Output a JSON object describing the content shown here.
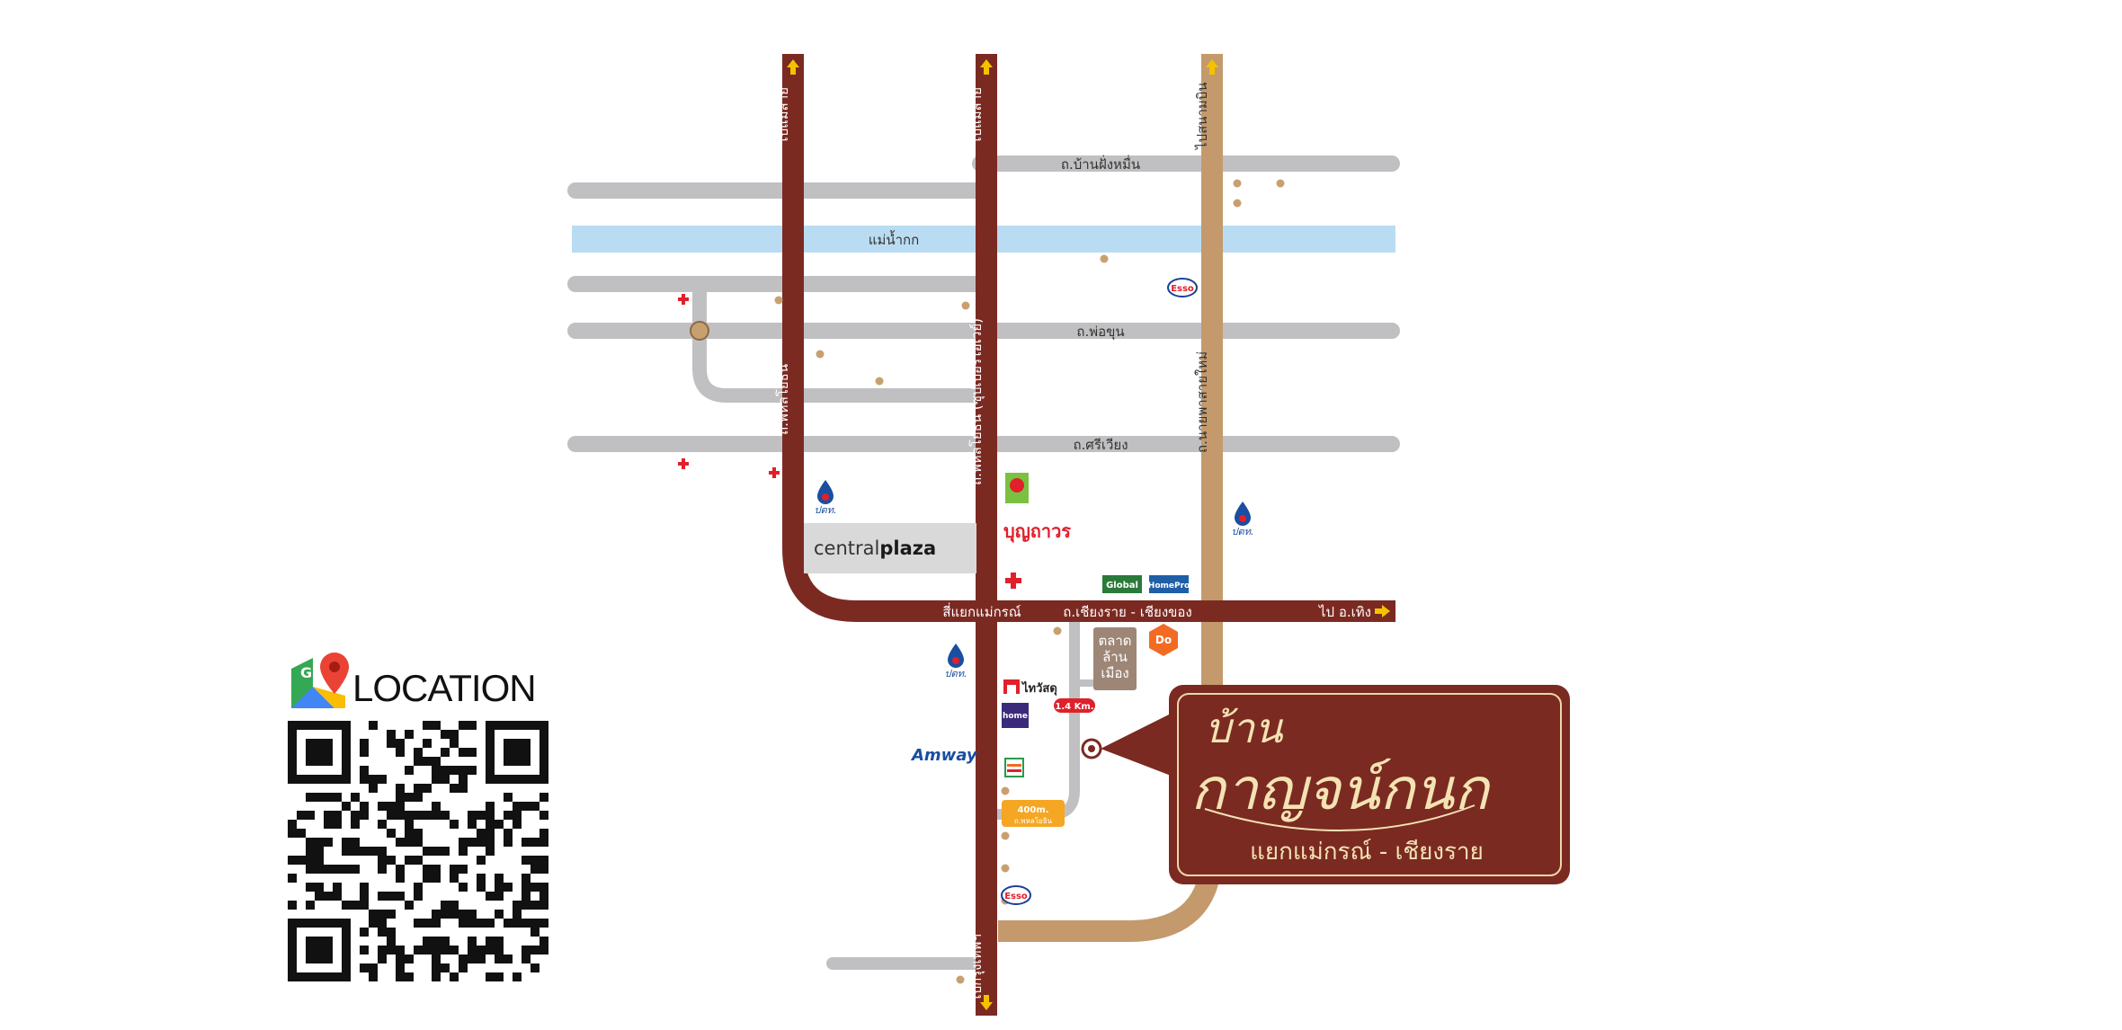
{
  "map": {
    "roads": {
      "north_to_maesai_left": "ไปแม่สาย",
      "north_to_maesai_center": "ไปแม่สาย",
      "to_airport": "ไปสนามบิน",
      "ban_fai_muen": "ถ.บ้านฝั่งหมื่น",
      "kok_river": "แม่น้ำกก",
      "pho_khun": "ถ.พ่อขุน",
      "sriwiang": "ถ.ศรีเวียง",
      "phahonyothin": "ถ.พหลโยธิน",
      "phahonyothin_superhighway": "ถ.พหลโยธิน (ซุปเปอร์ไฮเวย์)",
      "new_bus_terminal_road": "ถ.นายพาสายใหม่",
      "mae_korn_junction": "สี่แยกแม่กรณ์",
      "chiang_rai_chiang_khong": "ถ.เชียงราย - เชียงของ",
      "to_thoeng": "ไป อ.เทิง",
      "to_bangkok": "ไปกรุงเทพฯ"
    },
    "landmarks": {
      "central_plaza_prefix": "central",
      "central_plaza_suffix": "plaza",
      "boonthavorn": "บุญถาวร",
      "thai_watsadu": "ไทวัสดุ",
      "market_line1": "ตลาด",
      "market_line2": "ล้าน",
      "market_line3": "เมือง",
      "amway": "Amway",
      "global": "Global",
      "home_pro": "HomePro",
      "do_home": "Do",
      "home_product": "home",
      "esso": "Esso",
      "ptt": "ปตท.",
      "distance_1": "1.4 Km.",
      "distance_2": "400m.",
      "distance_2_sub": "ถ.พหลโยธิน"
    },
    "project": {
      "name_line1": "บ้าน",
      "name_line2": "กาญจน์กนก",
      "subtitle": "แยกแม่กรณ์ - เชียงราย"
    },
    "colors": {
      "main_road": "#7b2a22",
      "secondary_road": "#c49a6c",
      "minor_road": "#c0c0c2",
      "river": "#b9dcf2",
      "dot": "#c8a070",
      "cross": "#e0202a"
    }
  },
  "location": {
    "title": "LOCATION"
  }
}
